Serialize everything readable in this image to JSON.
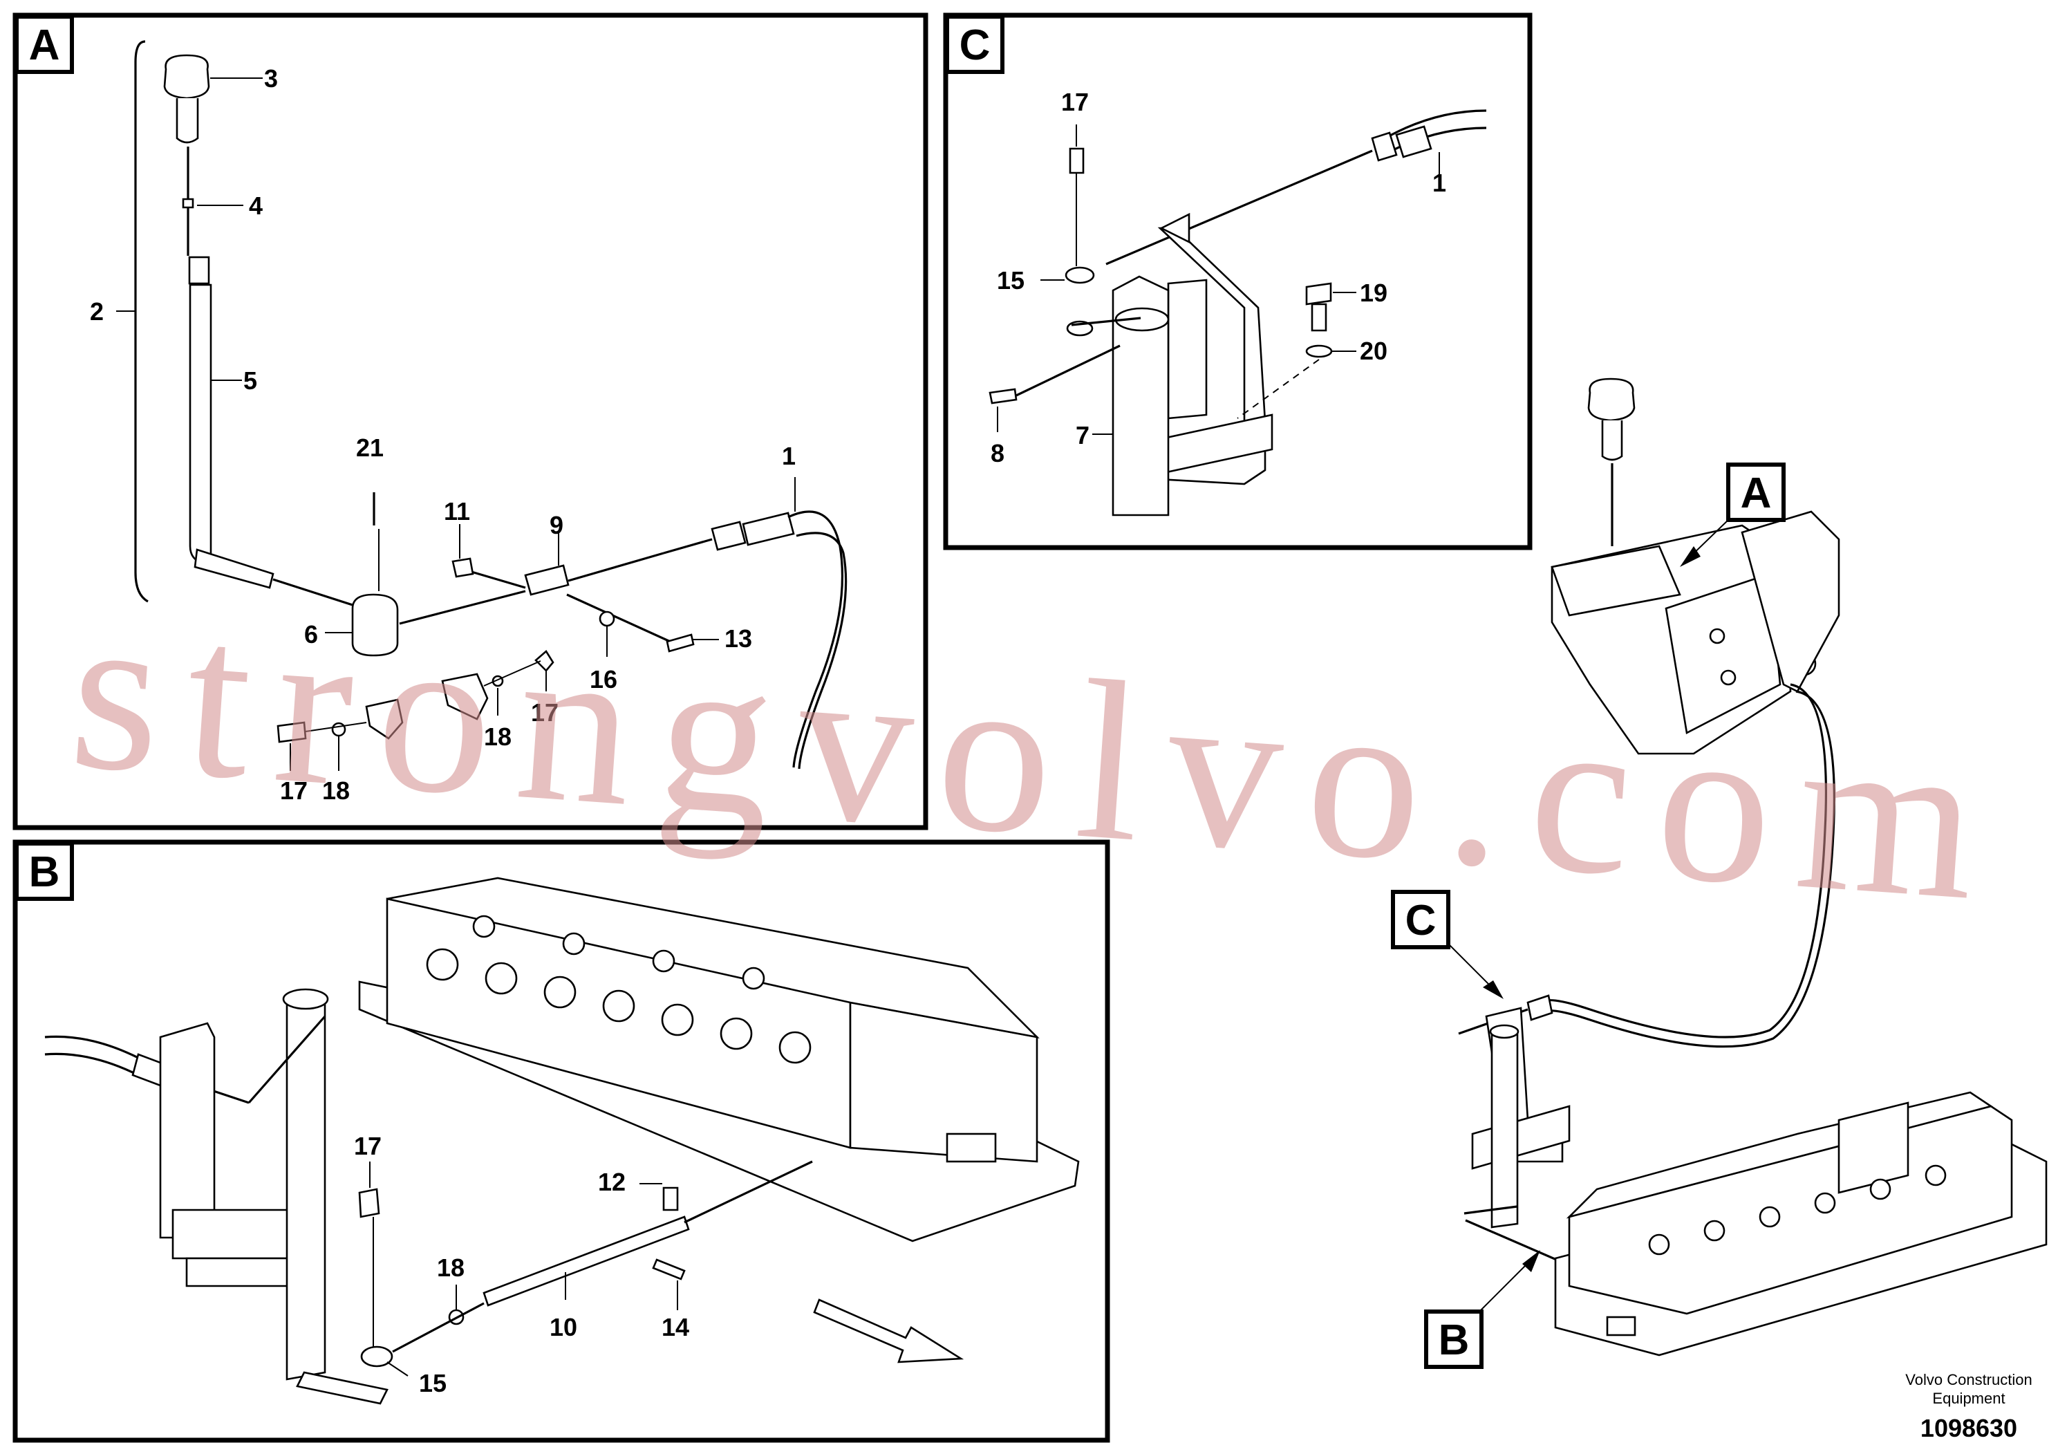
{
  "panels": {
    "a": {
      "label": "A"
    },
    "b": {
      "label": "B"
    },
    "c": {
      "label": "C"
    }
  },
  "overview": {
    "callout_a": "A",
    "callout_b": "B",
    "callout_c": "C"
  },
  "parts": {
    "a": [
      "3",
      "4",
      "2",
      "5",
      "21",
      "1",
      "11",
      "9",
      "6",
      "13",
      "16",
      "17",
      "18",
      "17",
      "18"
    ],
    "b": [
      "17",
      "12",
      "18",
      "10",
      "14",
      "15"
    ],
    "c": [
      "17",
      "1",
      "15",
      "19",
      "20",
      "8",
      "7"
    ]
  },
  "watermark": "strongvolvo.com",
  "footer": {
    "company_line1": "Volvo Construction",
    "company_line2": "Equipment",
    "figure_number": "1098630"
  }
}
